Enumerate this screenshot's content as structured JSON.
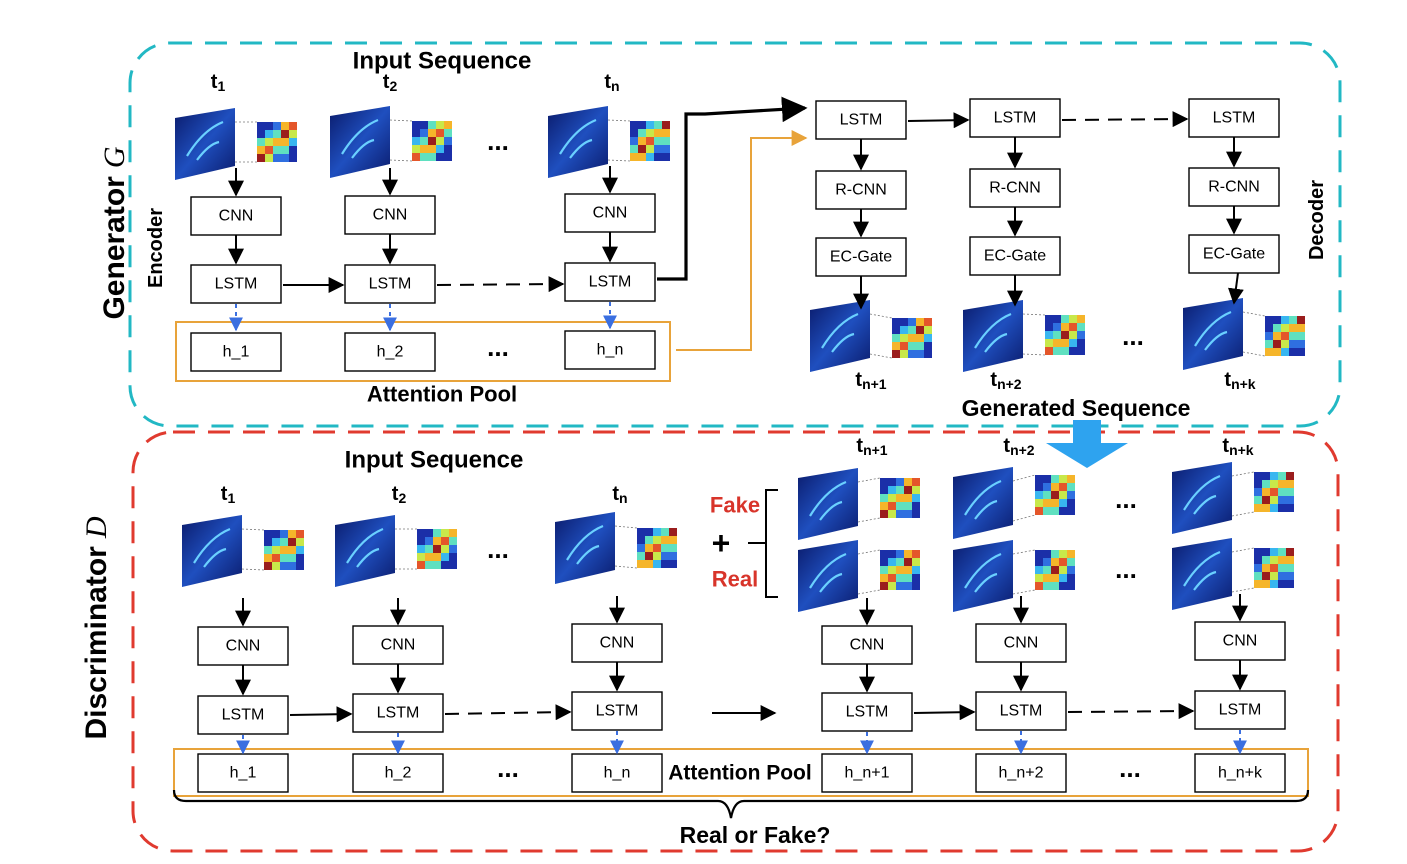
{
  "generator": {
    "title": "Generator",
    "symbol": "G",
    "input_sequence": "Input Sequence",
    "encoder": "Encoder",
    "decoder": "Decoder",
    "attention_pool": "Attention Pool",
    "generated_sequence": "Generated Sequence",
    "times": [
      {
        "base": "t",
        "sub": "1"
      },
      {
        "base": "t",
        "sub": "2"
      },
      {
        "base": "t",
        "sub": "n"
      }
    ],
    "gen_times": [
      {
        "base": "t",
        "sub": "n+1"
      },
      {
        "base": "t",
        "sub": "n+2"
      },
      {
        "base": "t",
        "sub": "n+k"
      }
    ],
    "cnn": "CNN",
    "lstm": "LSTM",
    "rcnn": "R-CNN",
    "ecgate": "EC-Gate",
    "hidden": [
      "h_1",
      "h_2",
      "h_n"
    ],
    "ellipsis": "..."
  },
  "discriminator": {
    "title": "Discriminator",
    "symbol": "D",
    "input_sequence": "Input Sequence",
    "attention_pool": "Attention Pool",
    "fake": "Fake",
    "real": "Real",
    "plus": "+",
    "real_or_fake": "Real or Fake?",
    "times": [
      {
        "base": "t",
        "sub": "1"
      },
      {
        "base": "t",
        "sub": "2"
      },
      {
        "base": "t",
        "sub": "n"
      }
    ],
    "gen_times": [
      {
        "base": "t",
        "sub": "n+1"
      },
      {
        "base": "t",
        "sub": "n+2"
      },
      {
        "base": "t",
        "sub": "n+k"
      }
    ],
    "cnn": "CNN",
    "lstm": "LSTM",
    "hidden": [
      "h_1",
      "h_2",
      "h_n",
      "h_n+1",
      "h_n+2",
      "h_n+k"
    ],
    "ellipsis": "..."
  },
  "colors": {
    "generator_border": "#22b8c4",
    "discriminator_border": "#e03a2f",
    "attention_border": "#e8a33a",
    "dotted_arrow": "#3b6fe0",
    "big_arrow": "#2ea3ef",
    "fake_real_text": "#d8342a",
    "frame_dark": "#0a1a6a",
    "frame_mid": "#1f4fbf"
  }
}
